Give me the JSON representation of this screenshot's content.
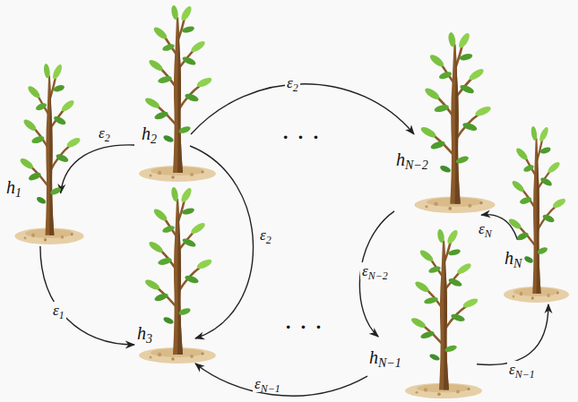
{
  "diagram": {
    "nodes": [
      {
        "text": [
          "h1"
        ]
      },
      {
        "text": [
          "h2"
        ]
      },
      {
        "text": [
          "h3"
        ]
      },
      {
        "text": [
          "hN−2"
        ]
      },
      {
        "text": [
          "hN−1"
        ]
      },
      {
        "text": [
          "hN"
        ]
      }
    ],
    "edges": [
      {
        "from": 1,
        "to": 0,
        "arrow": "to",
        "label": "ε2"
      },
      {
        "from": 0,
        "to": 2,
        "arrow": "to",
        "label": "ε1"
      },
      {
        "from": 1,
        "to": 2,
        "arrow": "to",
        "label": "ε2"
      },
      {
        "from": 1,
        "to": 3,
        "arrow": "to",
        "label": "ε2"
      },
      {
        "from": 3,
        "to": 4,
        "arrow": "to",
        "label": "εN−2"
      },
      {
        "from": 4,
        "to": 2,
        "arrow": "to",
        "label": "εN−1"
      },
      {
        "from": 4,
        "to": 5,
        "arrow": "to",
        "label": "εN−1"
      },
      {
        "from": 5,
        "to": 3,
        "arrow": "to",
        "label": "εN"
      }
    ],
    "labels": [
      "· · ·",
      "· · ·"
    ]
  }
}
